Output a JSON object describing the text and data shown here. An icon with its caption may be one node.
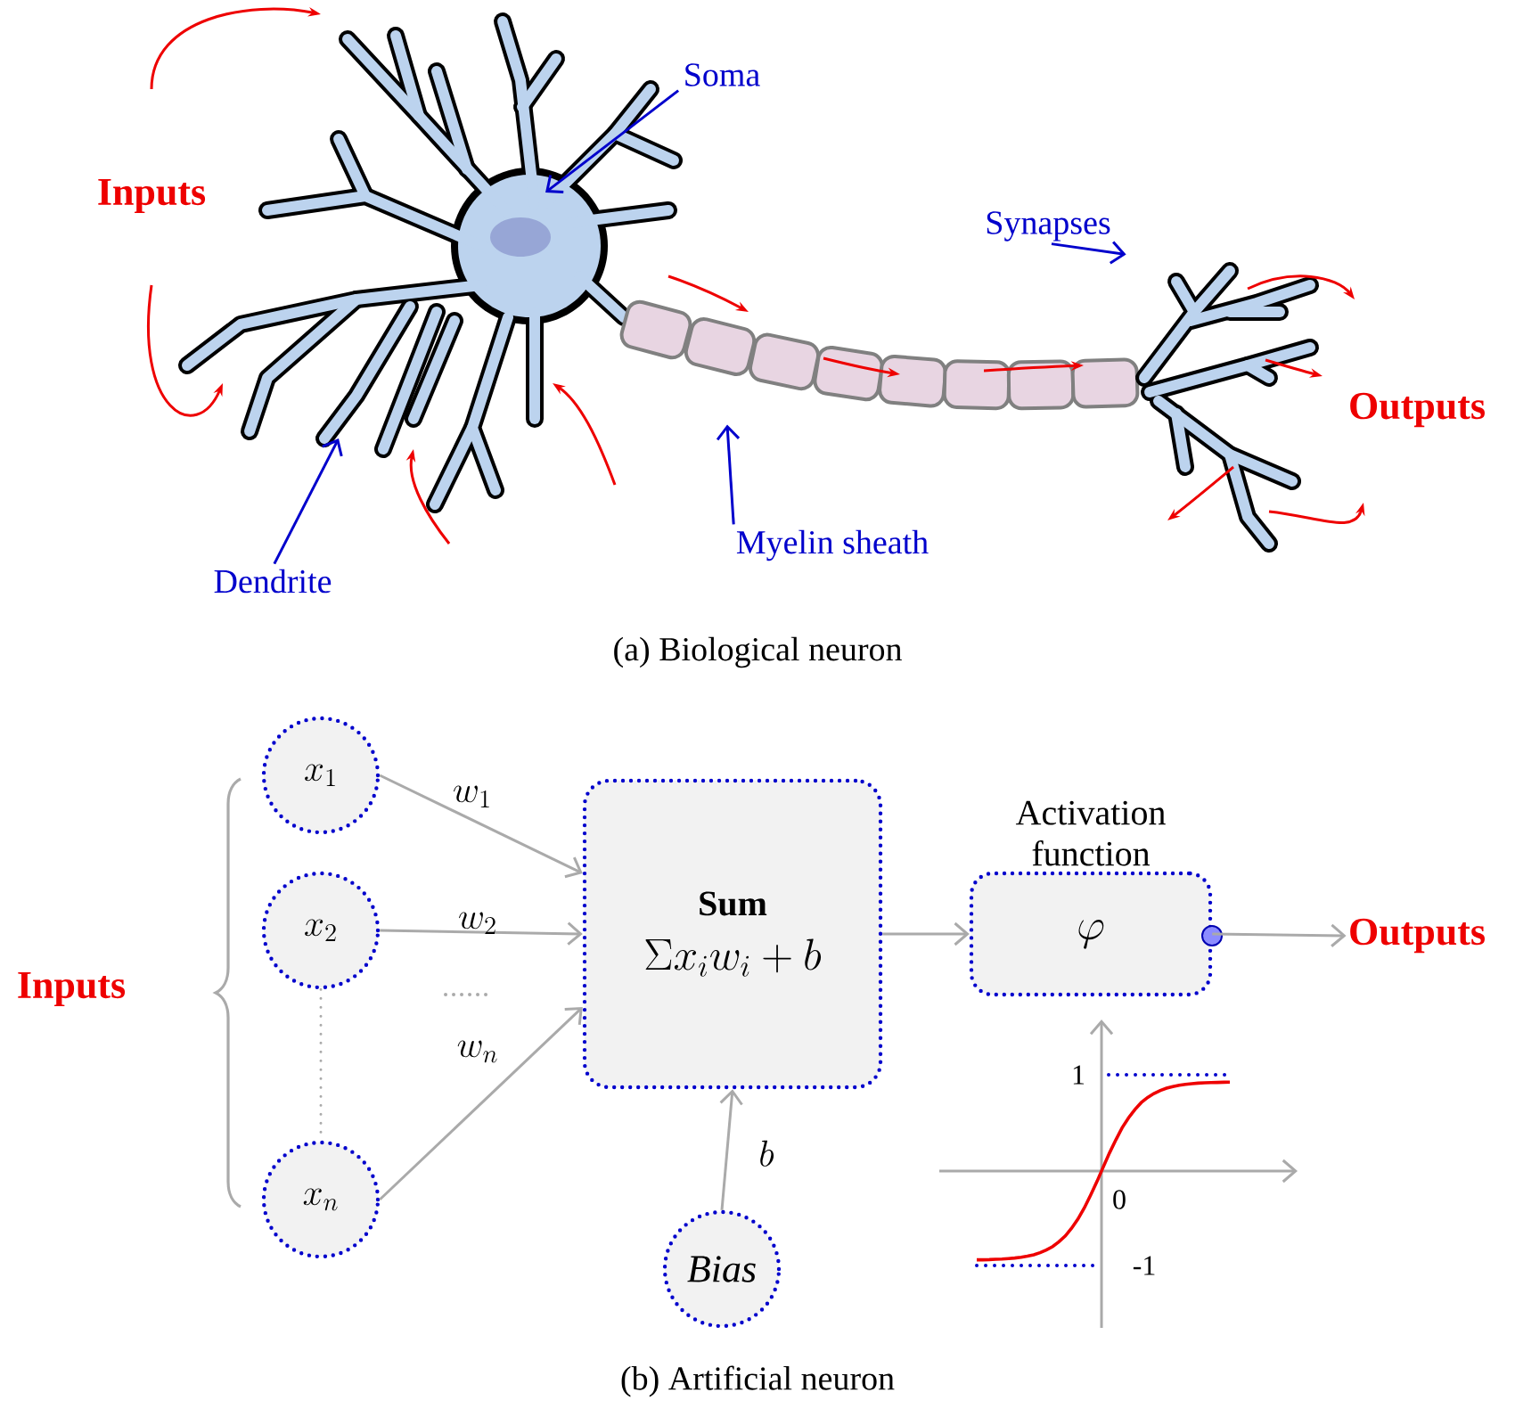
{
  "diagram": {
    "nodes": [
      {
        "text": [
          "Soma"
        ]
      },
      {
        "text": [
          "Synapses"
        ]
      },
      {
        "text": [
          "Dendrite"
        ]
      },
      {
        "text": [
          "Myelin sheath"
        ]
      },
      {
        "text": [
          "x_1"
        ]
      },
      {
        "text": [
          "x_2"
        ]
      },
      {
        "text": [
          "x_n"
        ]
      },
      {
        "text": [
          "Sum",
          "\\Sigma x_i w_i + b"
        ]
      },
      {
        "text": [
          "Bias"
        ]
      },
      {
        "text": [
          "Activation function",
          "\\varphi"
        ]
      },
      {
        "text": [
          "Outputs"
        ]
      },
      {
        "text": [],
        "shape": "picture"
      },
      {
        "text": [],
        "shape": "picture"
      }
    ],
    "edges": [
      {
        "from": 0,
        "to": null,
        "arrow": "to",
        "color": "#0000cc"
      },
      {
        "from": 1,
        "to": 12,
        "arrow": "to",
        "color": "#0000cc"
      },
      {
        "from": 2,
        "to": null,
        "arrow": "to",
        "color": "#0000cc"
      },
      {
        "from": 3,
        "to": 11,
        "arrow": "to",
        "color": "#0000cc"
      },
      {
        "from": 4,
        "to": 7,
        "arrow": "to",
        "label": "w_1"
      },
      {
        "from": 5,
        "to": 7,
        "arrow": "to",
        "label": "w_2"
      },
      {
        "from": 6,
        "to": 7,
        "arrow": "to",
        "label": "w_n"
      },
      {
        "from": 5,
        "to": 6,
        "arrow": "none",
        "style": "dashed"
      },
      {
        "from": 8,
        "to": 7,
        "arrow": "to",
        "label": "b"
      },
      {
        "from": 7,
        "to": 9,
        "arrow": "to"
      },
      {
        "from": 9,
        "to": 10,
        "arrow": "to"
      }
    ],
    "labels": [
      "Inputs",
      "Outputs",
      "(a) Biological neuron",
      "Inputs",
      "1",
      "0",
      "-1",
      "(b) Artificial neuron"
    ]
  }
}
